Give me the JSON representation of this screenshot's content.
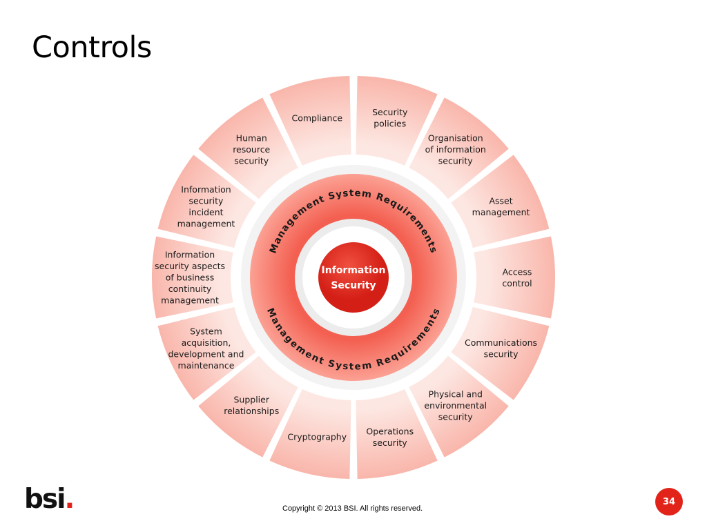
{
  "title": "Controls",
  "diagram": {
    "center_label": [
      "Information",
      "Security"
    ],
    "ring_label_top": "Management System Requirements",
    "ring_label_bottom": "Management System Requirements",
    "segments": [
      {
        "id": "compliance",
        "lines": [
          "Compliance"
        ]
      },
      {
        "id": "security-policies",
        "lines": [
          "Security",
          "policies"
        ]
      },
      {
        "id": "organisation-of-information-security",
        "lines": [
          "Organisation",
          "of information",
          "security"
        ]
      },
      {
        "id": "asset-management",
        "lines": [
          "Asset",
          "management"
        ]
      },
      {
        "id": "access-control",
        "lines": [
          "Access",
          "control"
        ]
      },
      {
        "id": "communications-security",
        "lines": [
          "Communications",
          "security"
        ]
      },
      {
        "id": "physical-and-environmental-security",
        "lines": [
          "Physical and",
          "environmental",
          "security"
        ]
      },
      {
        "id": "operations-security",
        "lines": [
          "Operations",
          "security"
        ]
      },
      {
        "id": "cryptography",
        "lines": [
          "Cryptography"
        ]
      },
      {
        "id": "supplier-relationships",
        "lines": [
          "Supplier",
          "relationships"
        ]
      },
      {
        "id": "system-acquisition",
        "lines": [
          "System",
          "acquisition,",
          "development and",
          "maintenance"
        ]
      },
      {
        "id": "business-continuity",
        "lines": [
          "Information",
          "security aspects",
          "of business",
          "continuity",
          "management"
        ]
      },
      {
        "id": "incident-management",
        "lines": [
          "Information",
          "security",
          "incident",
          "management"
        ]
      },
      {
        "id": "human-resource-security",
        "lines": [
          "Human",
          "resource",
          "security"
        ]
      }
    ],
    "colors": {
      "segment": "#fbbcb2",
      "center": "#e2231a",
      "ring": "#f47f71",
      "text": "#1a1a1a"
    }
  },
  "footer": {
    "logo_text": "bsi",
    "logo_dot": ".",
    "copyright": "Copyright © 2013 BSI. All rights reserved.",
    "page_number": "34"
  }
}
